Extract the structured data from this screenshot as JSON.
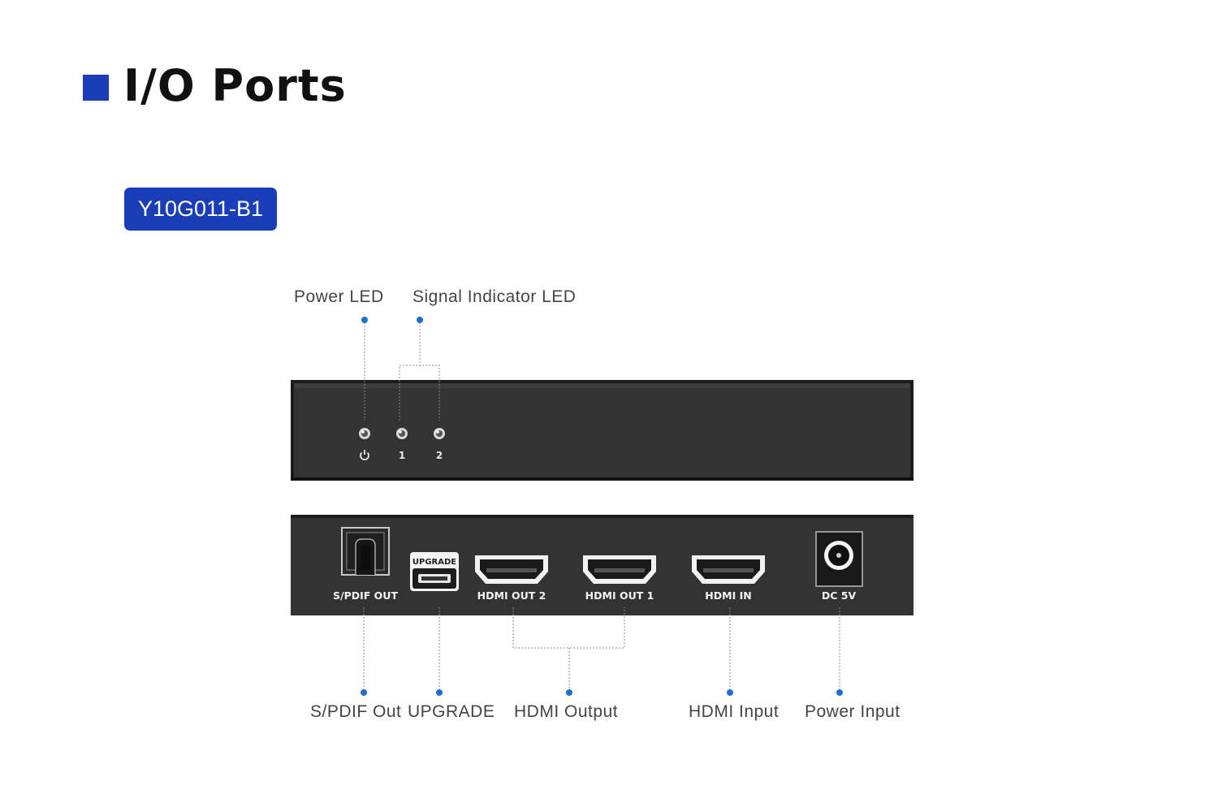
{
  "header": {
    "title": "I/O Ports",
    "accent_color": "#1a3db8"
  },
  "model": {
    "label": "Y10G011-B1"
  },
  "front_panel": {
    "callouts": {
      "power_led": "Power LED",
      "signal_led": "Signal Indicator LED"
    },
    "led_labels": {
      "power_icon": "power-icon",
      "led1": "1",
      "led2": "2"
    }
  },
  "rear_panel": {
    "ports": {
      "spdif": "S/PDIF OUT",
      "upgrade": "UPGRADE",
      "hdmi_out2": "HDMI OUT 2",
      "hdmi_out1": "HDMI OUT 1",
      "hdmi_in": "HDMI IN",
      "dc": "DC 5V"
    },
    "callouts": {
      "spdif_out": "S/PDIF Out",
      "upgrade": "UPGRADE",
      "hdmi_output": "HDMI Output",
      "hdmi_input": "HDMI Input",
      "power_input": "Power Input"
    }
  },
  "colors": {
    "device_body": "#2e2e2e",
    "callout_dot": "#1a6fd1",
    "leader_line": "#8a8a8a"
  }
}
